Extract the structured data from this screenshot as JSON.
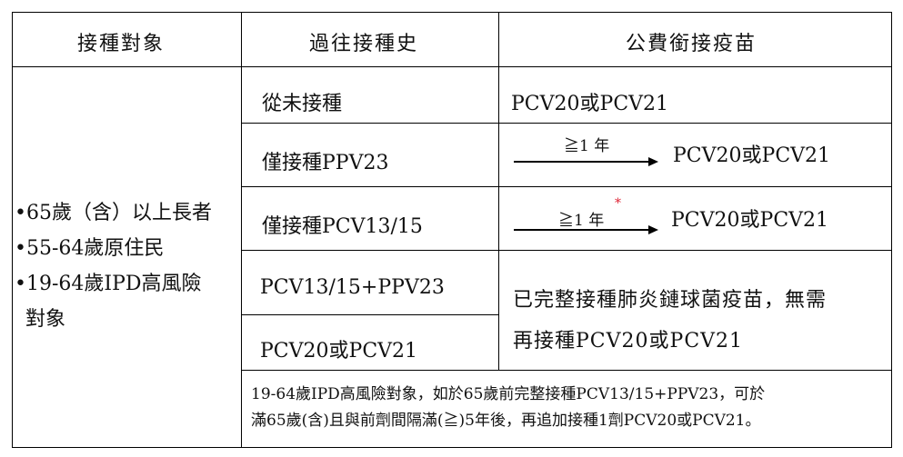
{
  "headers": {
    "target": "接種對象",
    "history": "過往接種史",
    "vaccine": "公費銜接疫苗"
  },
  "targets": [
    "•65歲（含）以上長者",
    "•55-64歲原住民",
    "•19-64歲IPD高風險",
    "對象"
  ],
  "rows": [
    {
      "history": "從未接種",
      "vaccine": "PCV20或PCV21"
    },
    {
      "history": "僅接種PPV23",
      "interval": "≧1 年",
      "vaccine": "PCV20或PCV21"
    },
    {
      "history": "僅接種PCV13/15",
      "interval": "≧1 年",
      "mark": "*",
      "vaccine": "PCV20或PCV21"
    },
    {
      "history": "PCV13/15+PPV23"
    },
    {
      "history": "PCV20或PCV21"
    }
  ],
  "completed_note": {
    "line1": "已完整接種肺炎鏈球菌疫苗，無需",
    "line2": "再接種PCV20或PCV21"
  },
  "footnote": {
    "line1": "19-64歲IPD高風險對象，如於65歲前完整接種PCV13/15+PPV23，可於",
    "line2": "滿65歲(含)且與前劑間隔滿(≧)5年後，再追加接種1劑PCV20或PCV21。"
  }
}
